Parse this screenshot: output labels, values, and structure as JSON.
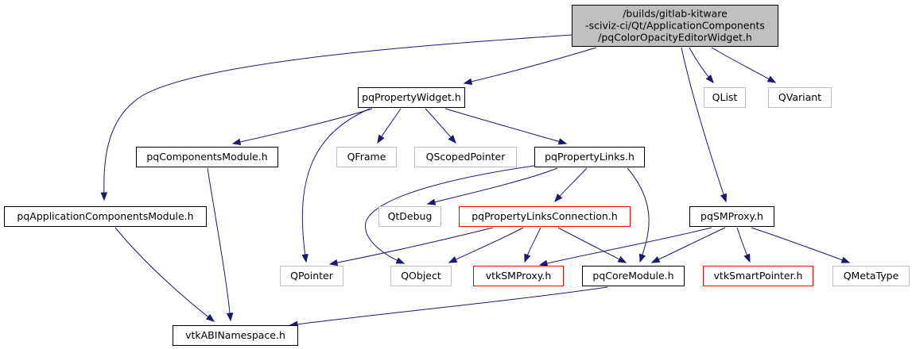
{
  "diagram": {
    "type": "include-dependency-graph",
    "colors": {
      "edge": "#191970",
      "root_fill": "#bfbfbf",
      "normal_border": "#000000",
      "external_border": "#bfbfbf",
      "external_text": "#000000",
      "incomplete_border": "#ff0000",
      "node_fill": "#ffffff"
    },
    "nodes": [
      {
        "id": "root",
        "lines": [
          "/builds/gitlab-kitware",
          "-sciviz-ci/Qt/ApplicationComponents",
          "/pqColorOpacityEditorWidget.h"
        ],
        "kind": "root"
      },
      {
        "id": "pqPropertyWidget",
        "lines": [
          "pqPropertyWidget.h"
        ],
        "kind": "normal"
      },
      {
        "id": "QList",
        "lines": [
          "QList"
        ],
        "kind": "external"
      },
      {
        "id": "QVariant",
        "lines": [
          "QVariant"
        ],
        "kind": "external"
      },
      {
        "id": "pqComponentsModule",
        "lines": [
          "pqComponentsModule.h"
        ],
        "kind": "normal"
      },
      {
        "id": "QFrame",
        "lines": [
          "QFrame"
        ],
        "kind": "external"
      },
      {
        "id": "QScopedPointer",
        "lines": [
          "QScopedPointer"
        ],
        "kind": "external"
      },
      {
        "id": "pqPropertyLinks",
        "lines": [
          "pqPropertyLinks.h"
        ],
        "kind": "normal"
      },
      {
        "id": "pqApplicationComponentsModule",
        "lines": [
          "pqApplicationComponentsModule.h"
        ],
        "kind": "normal"
      },
      {
        "id": "QtDebug",
        "lines": [
          "QtDebug"
        ],
        "kind": "external"
      },
      {
        "id": "pqPropertyLinksConnection",
        "lines": [
          "pqPropertyLinksConnection.h"
        ],
        "kind": "incomplete"
      },
      {
        "id": "pqSMProxy",
        "lines": [
          "pqSMProxy.h"
        ],
        "kind": "normal"
      },
      {
        "id": "QPointer",
        "lines": [
          "QPointer"
        ],
        "kind": "external"
      },
      {
        "id": "QObject",
        "lines": [
          "QObject"
        ],
        "kind": "external"
      },
      {
        "id": "vtkSMProxy",
        "lines": [
          "vtkSMProxy.h"
        ],
        "kind": "incomplete"
      },
      {
        "id": "pqCoreModule",
        "lines": [
          "pqCoreModule.h"
        ],
        "kind": "normal"
      },
      {
        "id": "vtkSmartPointer",
        "lines": [
          "vtkSmartPointer.h"
        ],
        "kind": "incomplete"
      },
      {
        "id": "QMetaType",
        "lines": [
          "QMetaType"
        ],
        "kind": "external"
      },
      {
        "id": "vtkABINamespace",
        "lines": [
          "vtkABINamespace.h"
        ],
        "kind": "normal"
      }
    ],
    "edges": [
      {
        "from": "root",
        "to": "pqPropertyWidget"
      },
      {
        "from": "root",
        "to": "pqApplicationComponentsModule"
      },
      {
        "from": "root",
        "to": "QList"
      },
      {
        "from": "root",
        "to": "QVariant"
      },
      {
        "from": "root",
        "to": "pqSMProxy"
      },
      {
        "from": "pqPropertyWidget",
        "to": "pqComponentsModule"
      },
      {
        "from": "pqPropertyWidget",
        "to": "QFrame"
      },
      {
        "from": "pqPropertyWidget",
        "to": "QScopedPointer"
      },
      {
        "from": "pqPropertyWidget",
        "to": "pqPropertyLinks"
      },
      {
        "from": "pqPropertyWidget",
        "to": "QPointer"
      },
      {
        "from": "pqComponentsModule",
        "to": "vtkABINamespace"
      },
      {
        "from": "pqPropertyLinks",
        "to": "QtDebug"
      },
      {
        "from": "pqPropertyLinks",
        "to": "pqPropertyLinksConnection"
      },
      {
        "from": "pqPropertyLinks",
        "to": "QObject"
      },
      {
        "from": "pqPropertyLinks",
        "to": "pqCoreModule"
      },
      {
        "from": "pqApplicationComponentsModule",
        "to": "vtkABINamespace"
      },
      {
        "from": "pqPropertyLinksConnection",
        "to": "QPointer"
      },
      {
        "from": "pqPropertyLinksConnection",
        "to": "QObject"
      },
      {
        "from": "pqPropertyLinksConnection",
        "to": "vtkSMProxy"
      },
      {
        "from": "pqPropertyLinksConnection",
        "to": "pqCoreModule"
      },
      {
        "from": "pqSMProxy",
        "to": "vtkSMProxy"
      },
      {
        "from": "pqSMProxy",
        "to": "pqCoreModule"
      },
      {
        "from": "pqSMProxy",
        "to": "vtkSmartPointer"
      },
      {
        "from": "pqSMProxy",
        "to": "QMetaType"
      },
      {
        "from": "pqCoreModule",
        "to": "vtkABINamespace"
      }
    ]
  }
}
